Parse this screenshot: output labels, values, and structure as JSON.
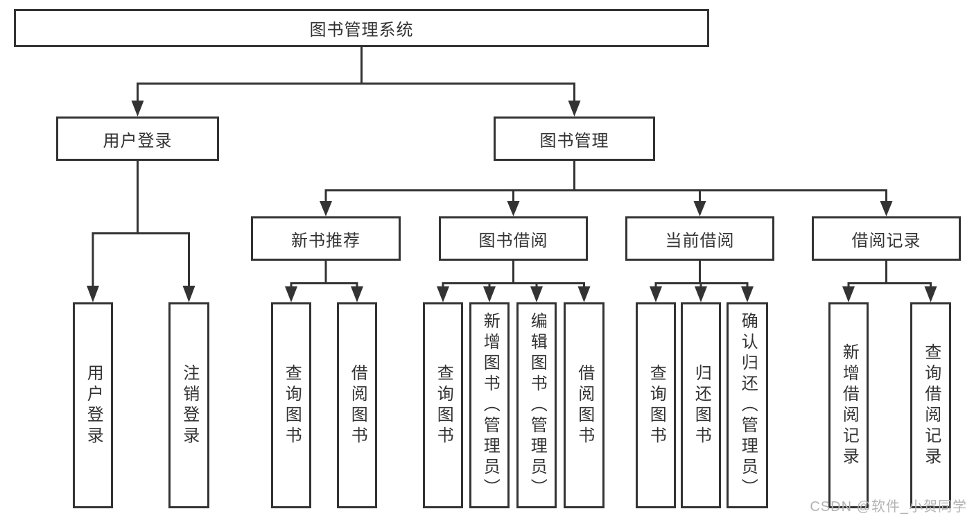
{
  "diagram": {
    "tree": {
      "root": {
        "label": "图书管理系统"
      },
      "branches": [
        {
          "label": "用户登录",
          "children": [
            {
              "label": "用户登录"
            },
            {
              "label": "注销登录"
            }
          ]
        },
        {
          "label": "图书管理",
          "children": [
            {
              "label": "新书推荐",
              "children": [
                {
                  "label": "查询图书"
                },
                {
                  "label": "借阅图书"
                }
              ]
            },
            {
              "label": "图书借阅",
              "children": [
                {
                  "label": "查询图书"
                },
                {
                  "label": "新增图书（管理员）"
                },
                {
                  "label": "编辑图书（管理员）"
                },
                {
                  "label": "借阅图书"
                }
              ]
            },
            {
              "label": "当前借阅",
              "children": [
                {
                  "label": "查询图书"
                },
                {
                  "label": "归还图书"
                },
                {
                  "label": "确认归还（管理员）"
                }
              ]
            },
            {
              "label": "借阅记录",
              "children": [
                {
                  "label": "新增借阅记录"
                },
                {
                  "label": "查询借阅记录"
                }
              ]
            }
          ]
        }
      ]
    },
    "watermark": "CSDN @软件_小贺同学",
    "colors": {
      "line": "#333333",
      "box_background": "#ffffff",
      "text": "#333333",
      "watermark": "#b3b3b3"
    }
  }
}
